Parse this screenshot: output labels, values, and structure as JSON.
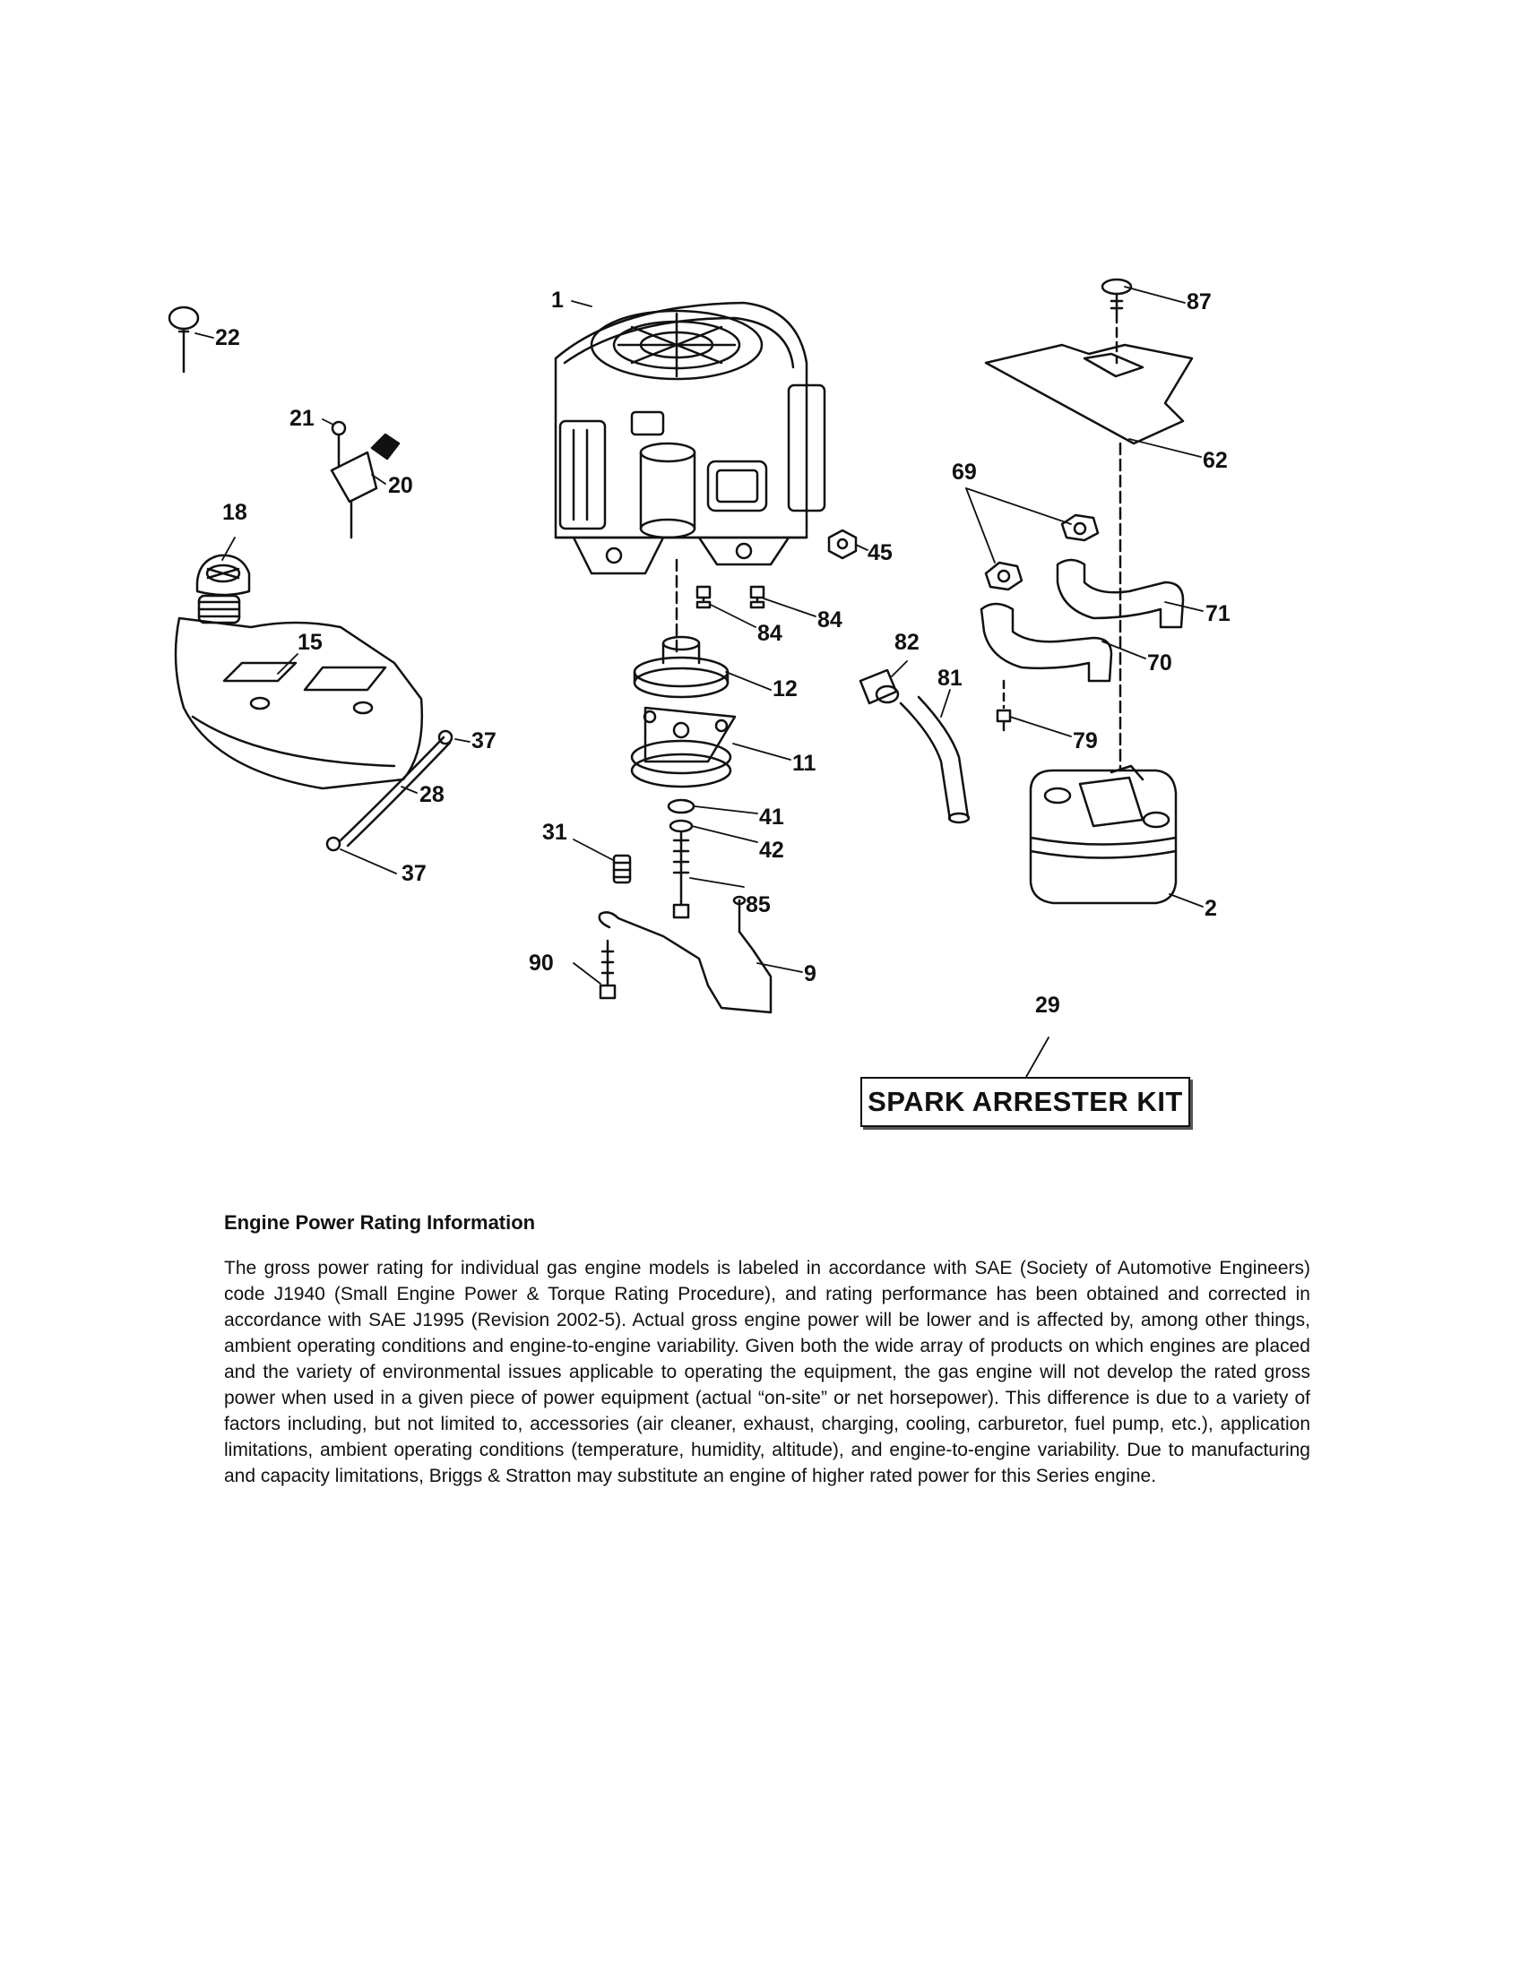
{
  "diagram": {
    "part_labels": [
      "1",
      "2",
      "9",
      "11",
      "12",
      "15",
      "18",
      "20",
      "21",
      "22",
      "28",
      "29",
      "31",
      "37",
      "37",
      "41",
      "42",
      "45",
      "62",
      "69",
      "70",
      "71",
      "79",
      "81",
      "82",
      "84",
      "84",
      "85",
      "87",
      "90"
    ]
  },
  "kit_box": {
    "label": "SPARK ARRESTER KIT"
  },
  "info": {
    "heading": "Engine Power Rating Information",
    "body": "The gross power rating for individual gas engine models is labeled in accordance with SAE (Society of Automotive Engineers) code J1940 (Small Engine Power & Torque Rating Procedure), and rating performance has been obtained and corrected in accordance with SAE J1995 (Revision 2002-5). Actual gross engine power will be lower and is affected by, among other things, ambient operating conditions and engine-to-engine variability. Given both the wide array of products on which engines are placed and the variety of environmental issues applicable to operating the equipment, the gas engine will not develop the rated gross power when used in a given piece of power equipment (actual “on-site” or net horsepower). This difference is due to a variety of factors including, but not limited to, accessories (air cleaner, exhaust, charging, cooling, carburetor, fuel pump, etc.), application limitations, ambient operating conditions (temperature, humidity, altitude), and engine-to-engine variability. Due to manufacturing and capacity limitations, Briggs & Stratton may substitute an engine of higher rated power for this Series engine."
  }
}
